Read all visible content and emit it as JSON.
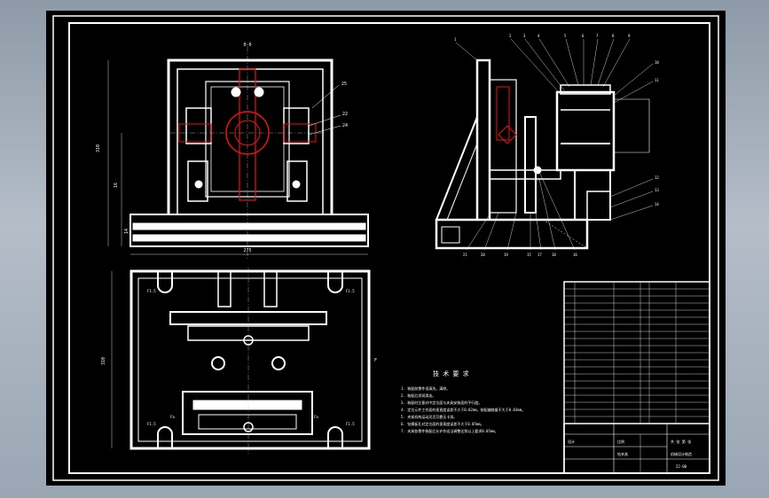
{
  "drawing": {
    "front_view": {
      "top_center_label": "0-0",
      "dim_left_label": "310",
      "dim_left_inner_label": "16",
      "dim_left_bottom_label": "14",
      "dim_bottom_label": "275",
      "callouts": [
        "25",
        "22",
        "24"
      ]
    },
    "side_view": {
      "top_callouts": [
        "1",
        "2",
        "3",
        "4",
        "5",
        "6",
        "7",
        "8",
        "9"
      ],
      "right_callouts": [
        "10",
        "11",
        "12",
        "13",
        "14"
      ],
      "bottom_callouts": [
        "21",
        "20",
        "19",
        "15",
        "17",
        "18",
        "16"
      ]
    },
    "plan_view": {
      "left_dim_label": "310",
      "right_marker": "F",
      "corner_labels": [
        "F1.5",
        "F1.5",
        "F1.5",
        "F1.5"
      ],
      "side_labels": [
        "Fa",
        "Fa"
      ]
    },
    "technical_requirements": {
      "title": "技 术 要 求",
      "items": [
        "1. 装配前零件须清洗，清除。",
        "2. 装配后涂润滑油。",
        "3. 装配时注意对中定位面与夹具安装面的平行度。",
        "4. 定位元件工作面的垂直度误差不大于0.02mm，装配偏移量不大于0.03mm。",
        "5. 夹紧机构运动灵活可靠无卡滞。",
        "6. 钻模板孔对定位面的垂直度误差不大于0.05mm。",
        "7. 夹具各零件装配后允许作适当调整达到以上要求0.05mm。"
      ]
    },
    "title_block": {
      "header_label": "设计",
      "scale": "比例",
      "sheet": "共 张 第 张",
      "drawing_name": "钻夹具",
      "school": "机械设计制造",
      "code": "ZJ-00"
    }
  }
}
